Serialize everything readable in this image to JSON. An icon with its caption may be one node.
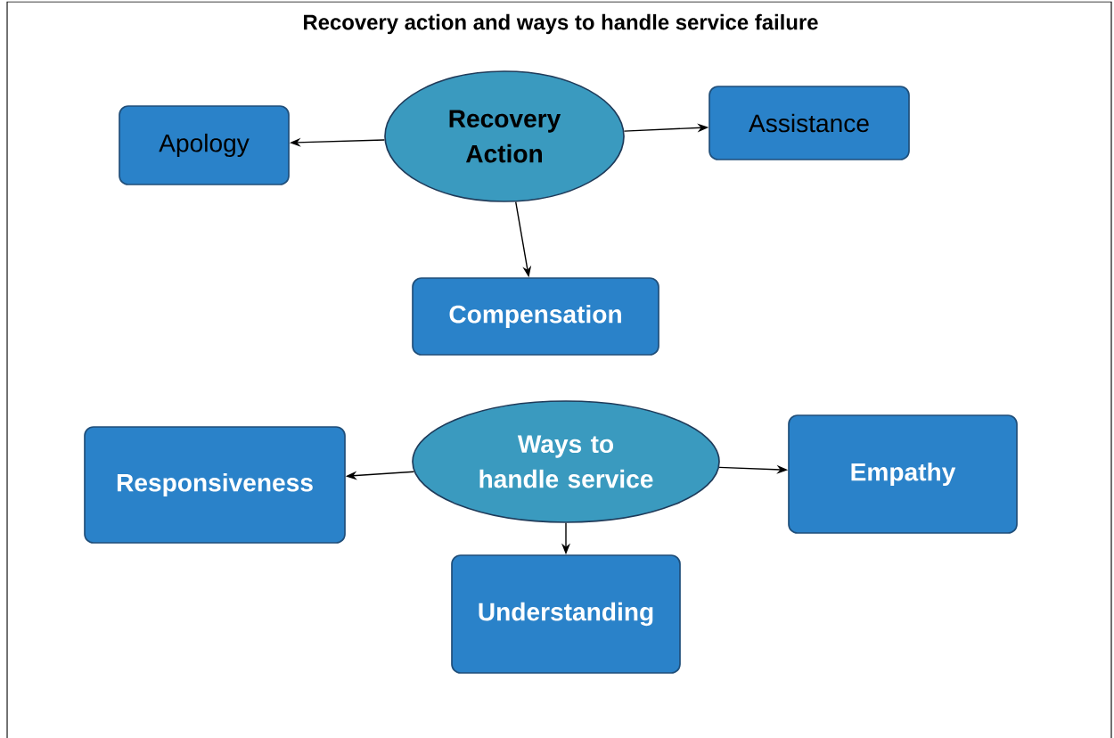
{
  "diagram": {
    "title": "Recovery action and ways to handle service failure",
    "nodes": [
      {
        "text": [
          "Recovery Action"
        ]
      },
      {
        "text": [
          "Apology"
        ]
      },
      {
        "text": [
          "Assistance"
        ]
      },
      {
        "text": [
          "Compensation"
        ]
      },
      {
        "text": [
          "Ways to handle service"
        ]
      },
      {
        "text": [
          "Responsiveness"
        ]
      },
      {
        "text": [
          "Empathy"
        ]
      },
      {
        "text": [
          "Understanding"
        ]
      }
    ],
    "edges": [
      {
        "from": 0,
        "to": 1,
        "arrow": "to"
      },
      {
        "from": 0,
        "to": 2,
        "arrow": "to"
      },
      {
        "from": 0,
        "to": 3,
        "arrow": "to"
      },
      {
        "from": 4,
        "to": 5,
        "arrow": "to"
      },
      {
        "from": 4,
        "to": 6,
        "arrow": "to"
      },
      {
        "from": 4,
        "to": 7,
        "arrow": "to"
      }
    ]
  }
}
